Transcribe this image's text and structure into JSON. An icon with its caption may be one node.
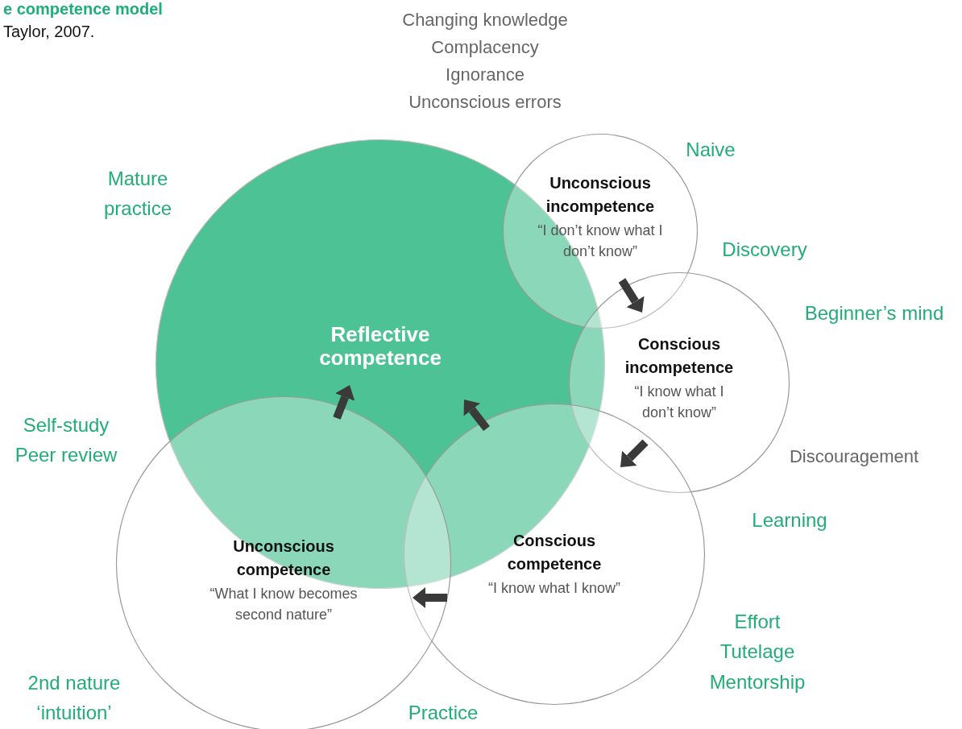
{
  "diagram": {
    "title": "e competence model",
    "caption": "Taylor, 2007.",
    "nodes": [
      {
        "text": [
          "Reflective competence"
        ]
      },
      {
        "text": [
          "Unconscious incompetence",
          "“I don’t know what I don’t know”"
        ]
      },
      {
        "text": [
          "Conscious incompetence",
          "“I know what I don’t know”"
        ]
      },
      {
        "text": [
          "Conscious competence",
          "“I know what I know”"
        ]
      },
      {
        "text": [
          "Unconscious competence",
          "“What I know becomes second nature”"
        ]
      }
    ],
    "edges": [
      {
        "from": 1,
        "to": 2,
        "arrow": "to"
      },
      {
        "from": 2,
        "to": 3,
        "arrow": "to"
      },
      {
        "from": 3,
        "to": 4,
        "arrow": "to"
      },
      {
        "from": 4,
        "to": 0,
        "arrow": "to"
      },
      {
        "from": 3,
        "to": 0,
        "arrow": "to"
      }
    ],
    "labels": [
      "Changing knowledge",
      "Complacency",
      "Ignorance",
      "Unconscious errors",
      "Naive",
      "Mature practice",
      "Discovery",
      "Beginner’s mind",
      "Self-study",
      "Peer review",
      "Discouragement",
      "Learning",
      "Effort",
      "Tutelage",
      "Mentorship",
      "2nd nature ‘intuition’",
      "Practice"
    ]
  }
}
